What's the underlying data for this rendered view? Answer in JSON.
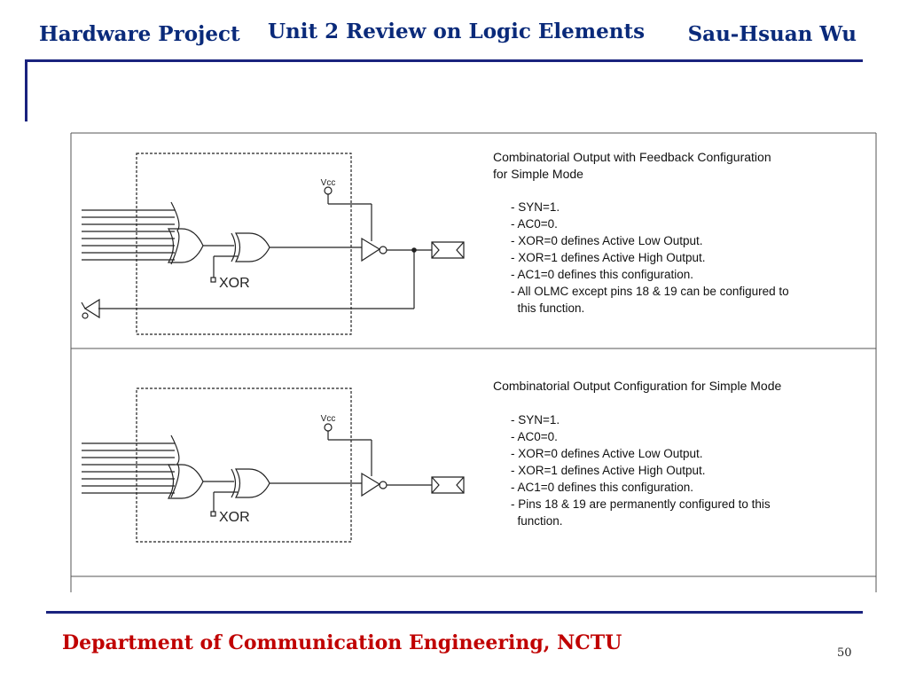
{
  "header": {
    "left": "Hardware Project",
    "center": "Unit 2 Review on Logic Elements",
    "right": "Sau-Hsuan Wu"
  },
  "panels": [
    {
      "title_lines": [
        "Combinatorial Output with Feedback Configuration",
        "for Simple Mode"
      ],
      "vcc_label": "Vcc",
      "xor_label": "XOR",
      "bullets": [
        "- SYN=1.",
        "- AC0=0.",
        "- XOR=0 defines Active Low Output.",
        "- XOR=1 defines Active High Output.",
        "- AC1=0 defines this configuration.",
        "- All OLMC except pins 18 & 19 can be configured to",
        "  this function."
      ]
    },
    {
      "title_lines": [
        "Combinatorial Output Configuration for Simple Mode"
      ],
      "vcc_label": "Vcc",
      "xor_label": "XOR",
      "bullets": [
        "- SYN=1.",
        "- AC0=0.",
        "- XOR=0 defines Active Low Output.",
        "- XOR=1 defines Active High Output.",
        "- AC1=0 defines this configuration.",
        "- Pins 18 & 19 are permanently configured to this",
        "  function."
      ]
    }
  ],
  "footer": {
    "department": "Department of Communication Engineering, NCTU",
    "page_number": "50"
  }
}
